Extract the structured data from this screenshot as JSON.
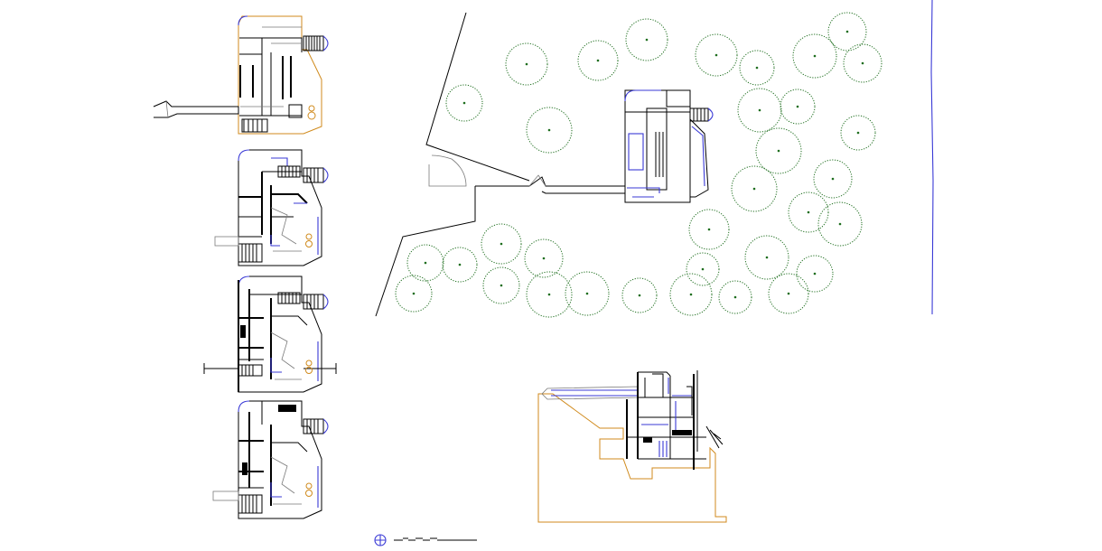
{
  "drawing": {
    "kind": "architectural-sheet",
    "views": [
      {
        "name": "floor-plan-level-1"
      },
      {
        "name": "floor-plan-level-2"
      },
      {
        "name": "floor-plan-level-3"
      },
      {
        "name": "floor-plan-level-4"
      },
      {
        "name": "site-plan"
      },
      {
        "name": "section"
      }
    ],
    "site_trees": 34,
    "colors": {
      "linework": "#000000",
      "blue_layer": "#3a3ad6",
      "orange_layer": "#d08a1c",
      "trees": "#1e6e1e",
      "grey_layer": "#7a7a7a"
    },
    "icons": [
      "north-arrow-icon",
      "scale-bar"
    ]
  }
}
